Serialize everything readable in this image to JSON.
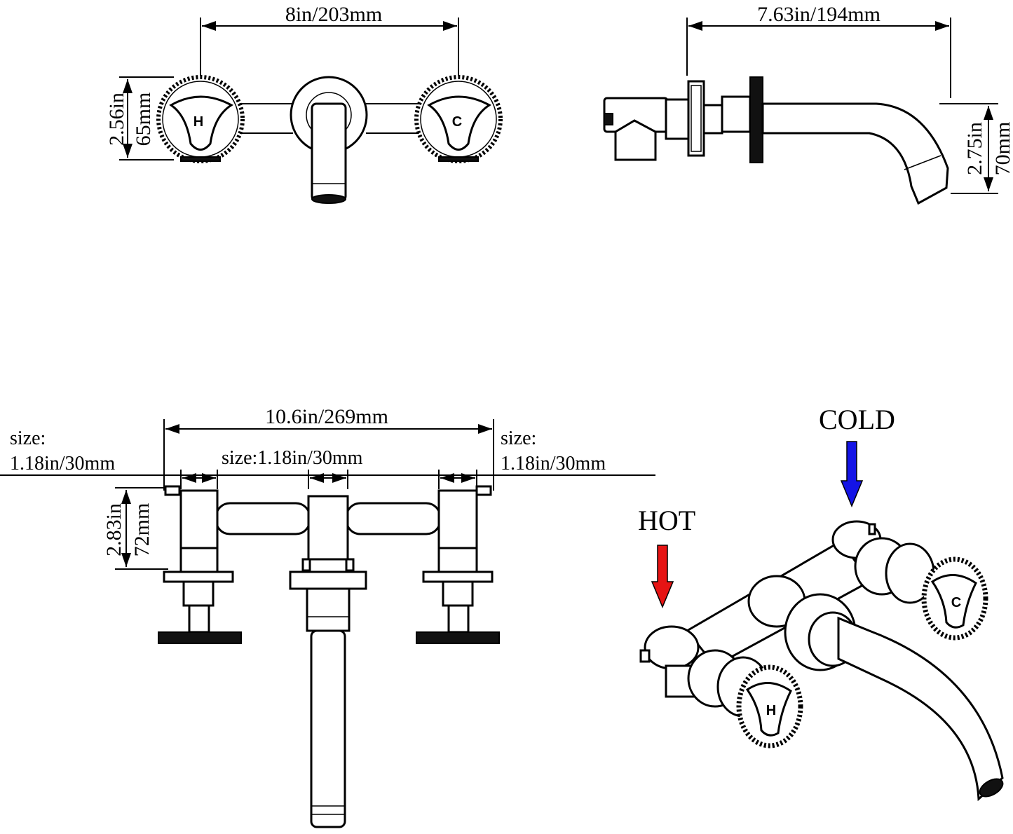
{
  "front_view": {
    "spread_label": "8in/203mm",
    "handle_height_in": "2.56in",
    "handle_height_mm": "65mm",
    "hot_mark": "H",
    "cold_mark": "C"
  },
  "side_view": {
    "reach_label": "7.63in/194mm",
    "spout_height_in": "2.75in",
    "spout_height_mm": "70mm"
  },
  "top_view": {
    "overall_width_label": "10.6in/269mm",
    "left_size_label": "size:",
    "left_size_value": "1.18in/30mm",
    "center_size_label": "size:1.18in/30mm",
    "right_size_label": "size:",
    "right_size_value": "1.18in/30mm",
    "depth_in": "2.83in",
    "depth_mm": "72mm"
  },
  "iso_view": {
    "cold_label": "COLD",
    "hot_label": "HOT",
    "cold_arrow_color": "#1414e6",
    "hot_arrow_color": "#e61414",
    "hot_mark": "H",
    "cold_mark": "C"
  }
}
